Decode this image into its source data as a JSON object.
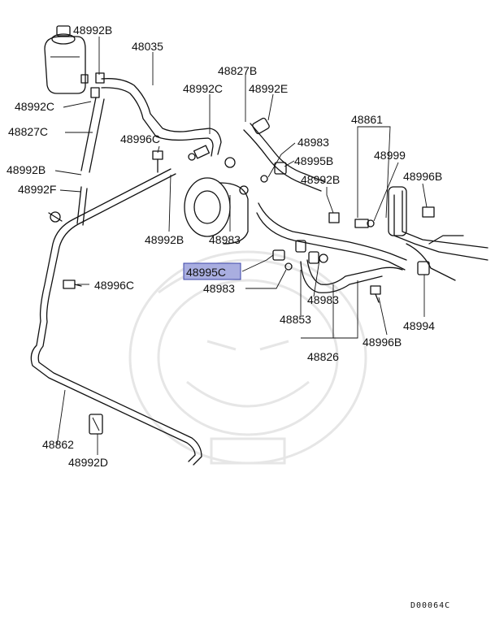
{
  "diagram": {
    "doc_code": "D00064C",
    "labels": {
      "l48992b_top": "48992B",
      "l48035": "48035",
      "l48827b": "48827B",
      "l48992c_mid": "48992C",
      "l48992e": "48992E",
      "l48992c_left": "48992C",
      "l48827c": "48827C",
      "l48996c_top": "48996C",
      "l48861": "48861",
      "l48983_top": "48983",
      "l48999": "48999",
      "l48995b": "48995B",
      "l48992b_left": "48992B",
      "l48992b_right": "48992B",
      "l48996b_right": "48996B",
      "l48992f": "48992F",
      "l48992b_bottom": "48992B",
      "l48983_mid": "48983",
      "l48995c": "48995C",
      "l48996c_left": "48996C",
      "l48983_low": "48983",
      "l48983_right": "48983",
      "l48853": "48853",
      "l48994": "48994",
      "l48996b_low": "48996B",
      "l48826": "48826",
      "l48862": "48862",
      "l48992d": "48992D"
    },
    "highlighted_part": "48995C",
    "highlight_color": "#a9aee0"
  }
}
